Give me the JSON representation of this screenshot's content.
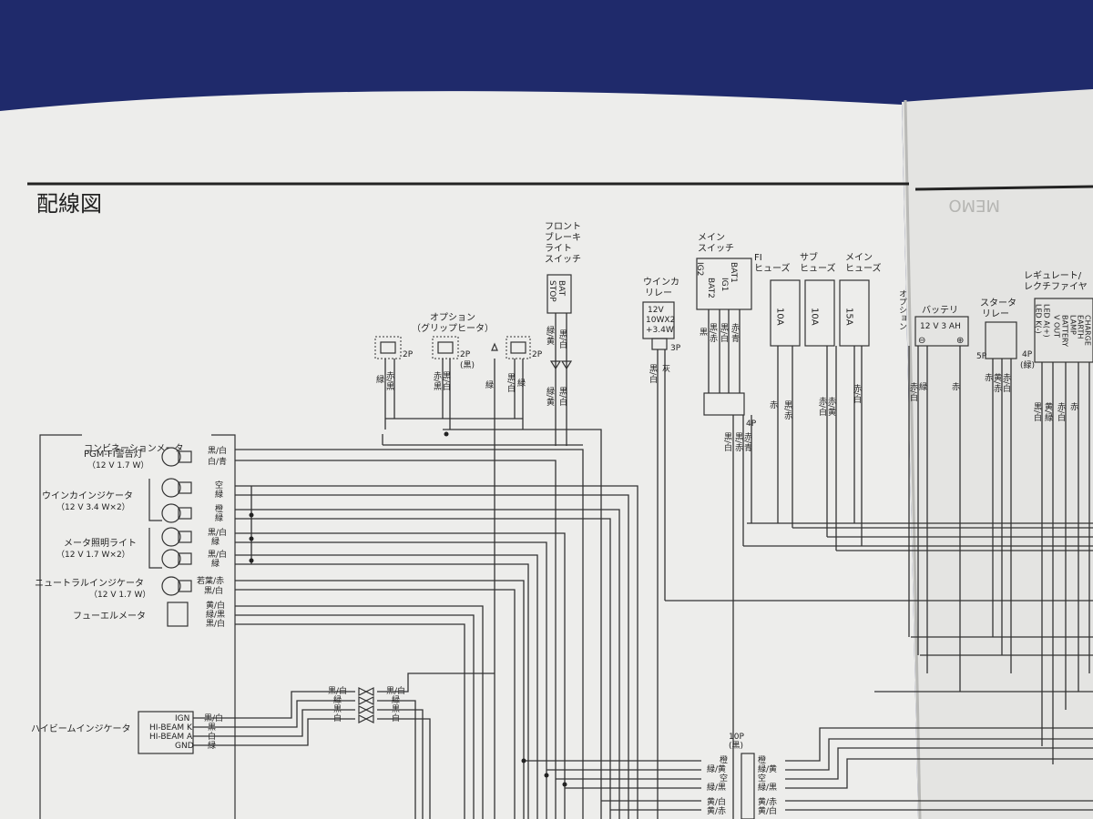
{
  "diagram": {
    "title": "配線図",
    "facing_page_label": "MEMO",
    "components": {
      "front_brake_switch": {
        "label": [
          "フロント",
          "ブレーキ",
          "ライト",
          "スイッチ"
        ],
        "terminals": [
          "STOP",
          "BAT"
        ],
        "wires": [
          "緑/黄",
          "黒/白"
        ]
      },
      "option_grip_heater": {
        "label": [
          "オプション",
          "（グリップヒータ）"
        ],
        "connectors": [
          "2P",
          "2P",
          "(黒)"
        ],
        "wires": [
          "緑",
          "赤/黒",
          "赤/黒",
          "黒/白",
          "緑",
          "黒/白",
          "緑"
        ]
      },
      "winker_relay": {
        "label": [
          "ウインカ",
          "リレー"
        ],
        "spec": [
          "12V",
          "10WX2",
          "+3.4W"
        ],
        "connector": "3P",
        "wires": [
          "黒/白",
          "灰"
        ]
      },
      "main_switch": {
        "label": [
          "メイン",
          "スイッチ"
        ],
        "terminals": [
          "IG2",
          "BAT2",
          "IG1",
          "BAT1"
        ],
        "wires": [
          "黒",
          "黒/赤",
          "黒/白",
          "赤/青"
        ],
        "connector": "4P"
      },
      "fi_fuse": {
        "label": [
          "FI",
          "ヒューズ"
        ],
        "rating": "10A"
      },
      "sub_fuse": {
        "label": [
          "サブ",
          "ヒューズ"
        ],
        "rating": "10A"
      },
      "main_fuse": {
        "label": [
          "メイン",
          "ヒューズ"
        ],
        "rating": "15A"
      },
      "option_right": {
        "label": "オプション"
      },
      "battery": {
        "label": "バッテリ",
        "spec": "12 V 3 AH",
        "minus": "⊖",
        "plus": "⊕"
      },
      "starter_relay": {
        "label": [
          "スタータ",
          "リレー"
        ],
        "connector": "5P"
      },
      "regulator": {
        "label": [
          "レギュレート/",
          "レクチファイヤ"
        ],
        "connector": "4P",
        "connector_color": "(緑)",
        "terminals": [
          "LED K(-)",
          "LED A(+)",
          "V OUT",
          "BATTERY",
          "LAMP",
          "EARTH",
          "CHARGE"
        ]
      }
    },
    "combination_meter": {
      "title": "コンビネーションメータ",
      "items": [
        {
          "name": "PGM-FI警告灯",
          "spec": "（12 V 1.7 W）",
          "wires": [
            "黒/白",
            "白/青"
          ]
        },
        {
          "name": "ウインカインジケータ",
          "spec": "（12 V 3.4 W×2）",
          "wires": [
            "空",
            "緑",
            "橙",
            "緑"
          ]
        },
        {
          "name": "メータ照明ライト",
          "spec": "（12 V 1.7 W×2）",
          "wires": [
            "黒/白",
            "緑",
            "黒/白",
            "緑"
          ]
        },
        {
          "name": "ニュートラルインジケータ",
          "spec": "（12 V 1.7 W）",
          "wires": [
            "若葉/赤",
            "黒/白"
          ]
        },
        {
          "name": "フューエルメータ",
          "spec": "",
          "wires": [
            "黄/白",
            "緑/黒",
            "黒/白"
          ]
        }
      ]
    },
    "highbeam_indicator": {
      "label": "ハイビームインジケータ",
      "terminals": [
        "IGN",
        "HI-BEAM K",
        "HI-BEAM A",
        "GND"
      ],
      "wires_left": [
        "黒/白",
        "黒",
        "白",
        "緑"
      ],
      "wires_mid": [
        "黒/白",
        "緑",
        "黒",
        "白"
      ],
      "wires_right": [
        "黒/白",
        "緑",
        "黒",
        "白"
      ]
    },
    "connector_10p": {
      "label": "10P",
      "color": "(黒)",
      "wires_left": [
        "橙",
        "緑/黄",
        "空",
        "緑/黒",
        "黄/白",
        "黄/赤"
      ],
      "wires_right": [
        "橙",
        "緑/黄",
        "空",
        "緑/黒",
        "黄/赤",
        "黄/白"
      ]
    },
    "fuse_wires": [
      "赤",
      "黒/赤",
      "赤/白",
      "赤/黄",
      "赤/白"
    ],
    "battery_wires": [
      "赤/白",
      "緑",
      "赤"
    ],
    "starter_wires": [
      "赤",
      "黄/赤",
      "赤/白"
    ],
    "regulator_wires": [
      "黒/白",
      "黄/緑",
      "赤/白",
      "赤"
    ]
  }
}
